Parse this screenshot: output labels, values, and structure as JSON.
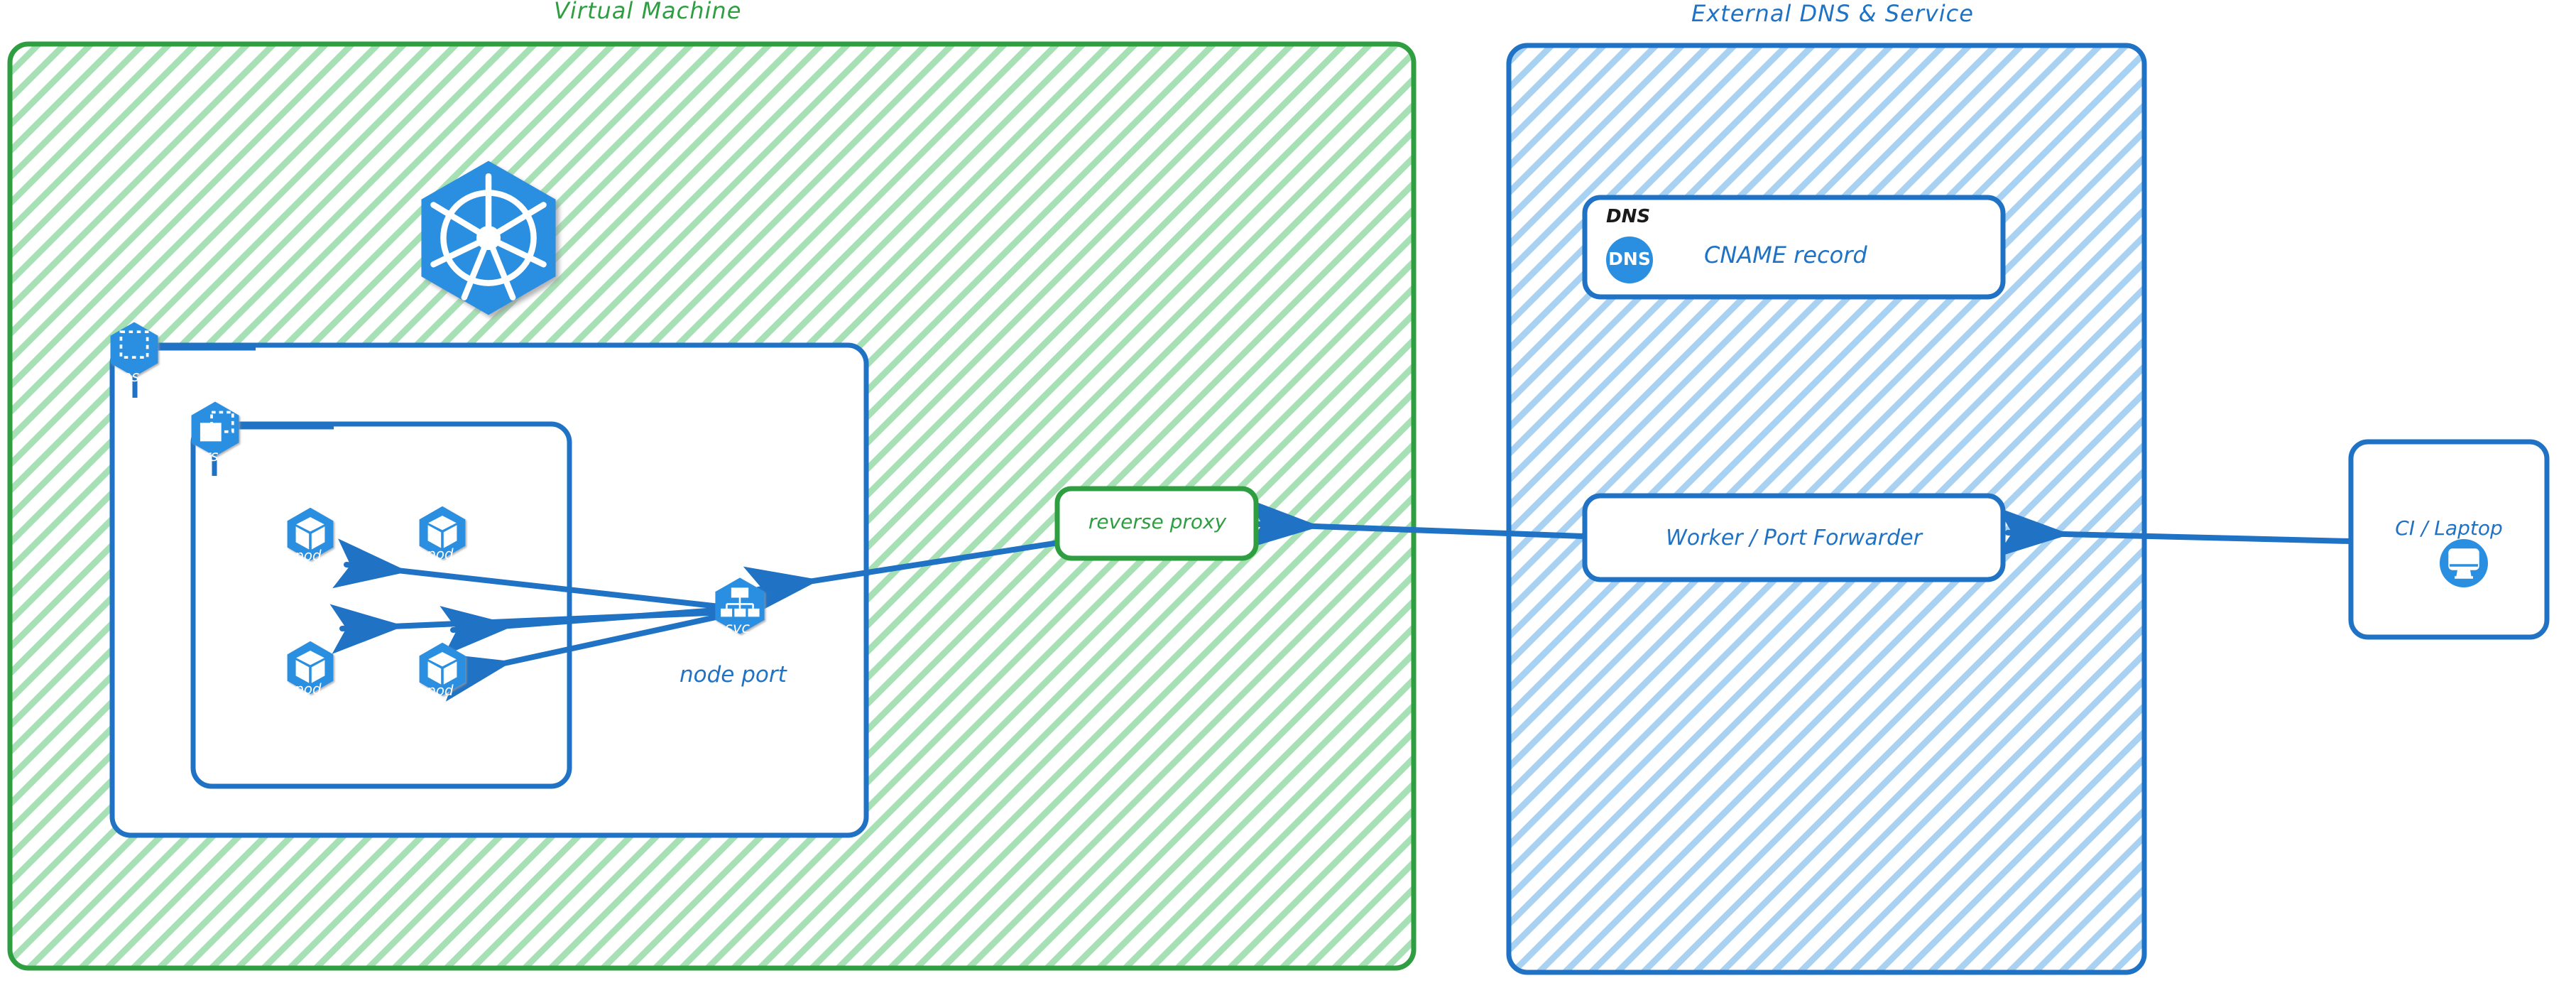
{
  "diagram": {
    "title_virtual_machine": "Virtual Machine",
    "title_external": "External DNS & Service",
    "colors": {
      "green_stroke": "#2f9e41",
      "green_text": "#2f9e41",
      "green_hatch": "#8fd6a0",
      "blue_stroke": "#1f72c4",
      "blue_text": "#1f72c4",
      "blue_hatch": "#9fc9ee",
      "k8s_blue": "#2a8fe0",
      "arrow_blue": "#1f72c4",
      "black_text": "#1a1a1a"
    }
  },
  "vm_group": {
    "label": "Virtual Machine",
    "k8s_logo_name": "kubernetes-logo",
    "namespace": {
      "badge_label": "ns",
      "badge_icon": "namespace-icon"
    },
    "replicaset": {
      "badge_label": "rs",
      "badge_icon": "replicaset-icon"
    },
    "pods": [
      {
        "label": "pod",
        "icon": "pod-cube-icon"
      },
      {
        "label": "pod",
        "icon": "pod-cube-icon"
      },
      {
        "label": "pod",
        "icon": "pod-cube-icon"
      },
      {
        "label": "pod",
        "icon": "pod-cube-icon"
      }
    ],
    "service": {
      "badge_label": "svc",
      "badge_icon": "service-icon",
      "caption": "node port"
    },
    "reverse_proxy": {
      "label": "reverse proxy"
    }
  },
  "external_group": {
    "label": "External DNS & Service",
    "dns_card": {
      "tag": "DNS",
      "icon_label": "DNS",
      "icon_name": "dns-circle-icon",
      "label": "CNAME record"
    },
    "worker_card": {
      "label": "Worker / Port Forwarder"
    }
  },
  "client": {
    "label": "CI / Laptop",
    "icon_name": "monitor-icon"
  },
  "connections": [
    {
      "name": "svc-to-pod-1",
      "from": "service",
      "to": "pod-1"
    },
    {
      "name": "svc-to-pod-2",
      "from": "service",
      "to": "pod-2"
    },
    {
      "name": "svc-to-pod-3",
      "from": "service",
      "to": "pod-3"
    },
    {
      "name": "svc-to-pod-4",
      "from": "service",
      "to": "pod-4"
    },
    {
      "name": "reverse-proxy-to-svc",
      "from": "reverse-proxy",
      "to": "service"
    },
    {
      "name": "worker-to-reverse-proxy",
      "from": "worker",
      "to": "reverse-proxy"
    },
    {
      "name": "client-to-worker",
      "from": "ci-laptop",
      "to": "worker"
    }
  ]
}
